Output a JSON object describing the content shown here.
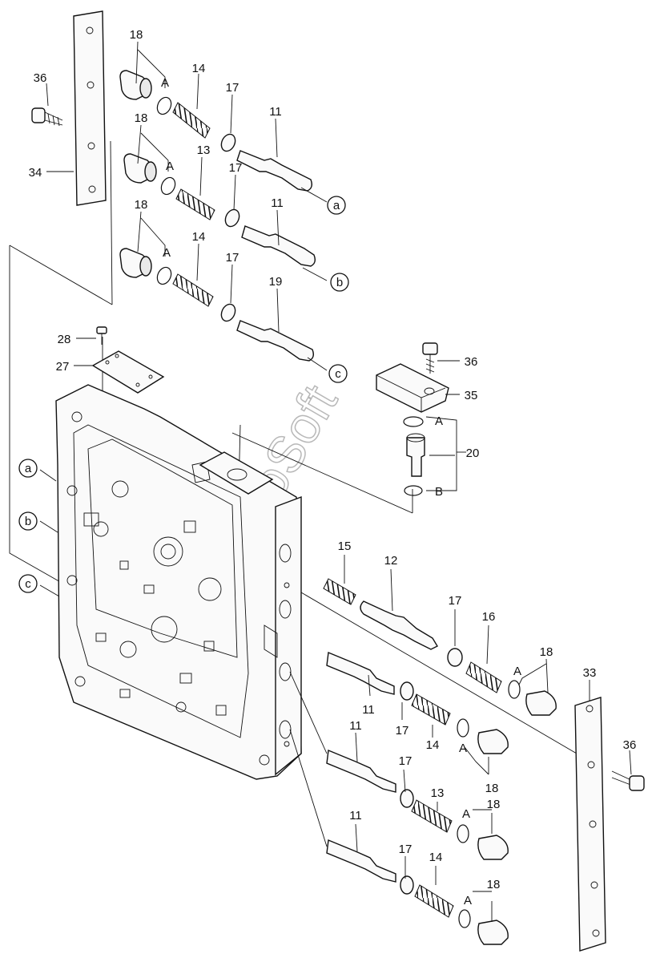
{
  "watermark": "AutoSoft",
  "labels": {
    "l18a": "18",
    "l14a": "14",
    "l17a": "17",
    "l11a": "11",
    "lAa": "A",
    "l18b": "18",
    "l13b": "13",
    "l17b": "17",
    "l11b": "11",
    "lAb": "A",
    "l18c": "18",
    "l14c": "14",
    "l17c": "17",
    "l19c": "19",
    "lAc": "A",
    "l36a": "36",
    "l34": "34",
    "l28": "28",
    "l27": "27",
    "l36b": "36",
    "l35": "35",
    "l20": "20",
    "lA20": "A",
    "lB20": "B",
    "l15": "15",
    "l12": "12",
    "l17d": "17",
    "l16": "16",
    "l18d": "18",
    "lAd": "A",
    "l33": "33",
    "l36c": "36",
    "l11e": "11",
    "l17e": "17",
    "l14e": "14",
    "lAe": "A",
    "l18e": "18",
    "l11f": "11",
    "l17f": "17",
    "l13f": "13",
    "lAf": "A",
    "l18f": "18",
    "l11g": "11",
    "l17g": "17",
    "l14g": "14",
    "lAg": "A",
    "l18g": "18"
  },
  "callouts": {
    "a_top": "a",
    "b_top": "b",
    "c_top": "c",
    "a_side": "a",
    "b_side": "b",
    "c_side": "c"
  }
}
